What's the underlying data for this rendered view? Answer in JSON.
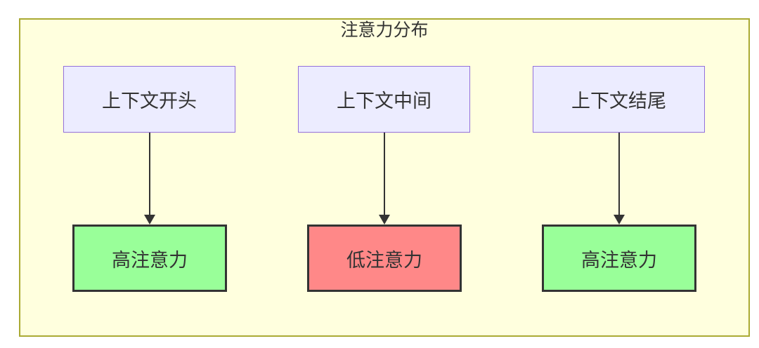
{
  "diagram": {
    "title": "注意力分布",
    "columns": [
      {
        "source": "上下文开头",
        "target": "高注意力",
        "level": "high"
      },
      {
        "source": "上下文中间",
        "target": "低注意力",
        "level": "low"
      },
      {
        "source": "上下文结尾",
        "target": "高注意力",
        "level": "high"
      }
    ],
    "colors": {
      "cluster_fill": "#ffffde",
      "cluster_border": "#aaaa33",
      "source_node_fill": "#ececff",
      "source_node_border": "#9370db",
      "high_attention_fill": "#99ff99",
      "low_attention_fill": "#ff8888",
      "result_node_border": "#333333",
      "arrow_color": "#333333",
      "text_color": "#333333"
    }
  }
}
